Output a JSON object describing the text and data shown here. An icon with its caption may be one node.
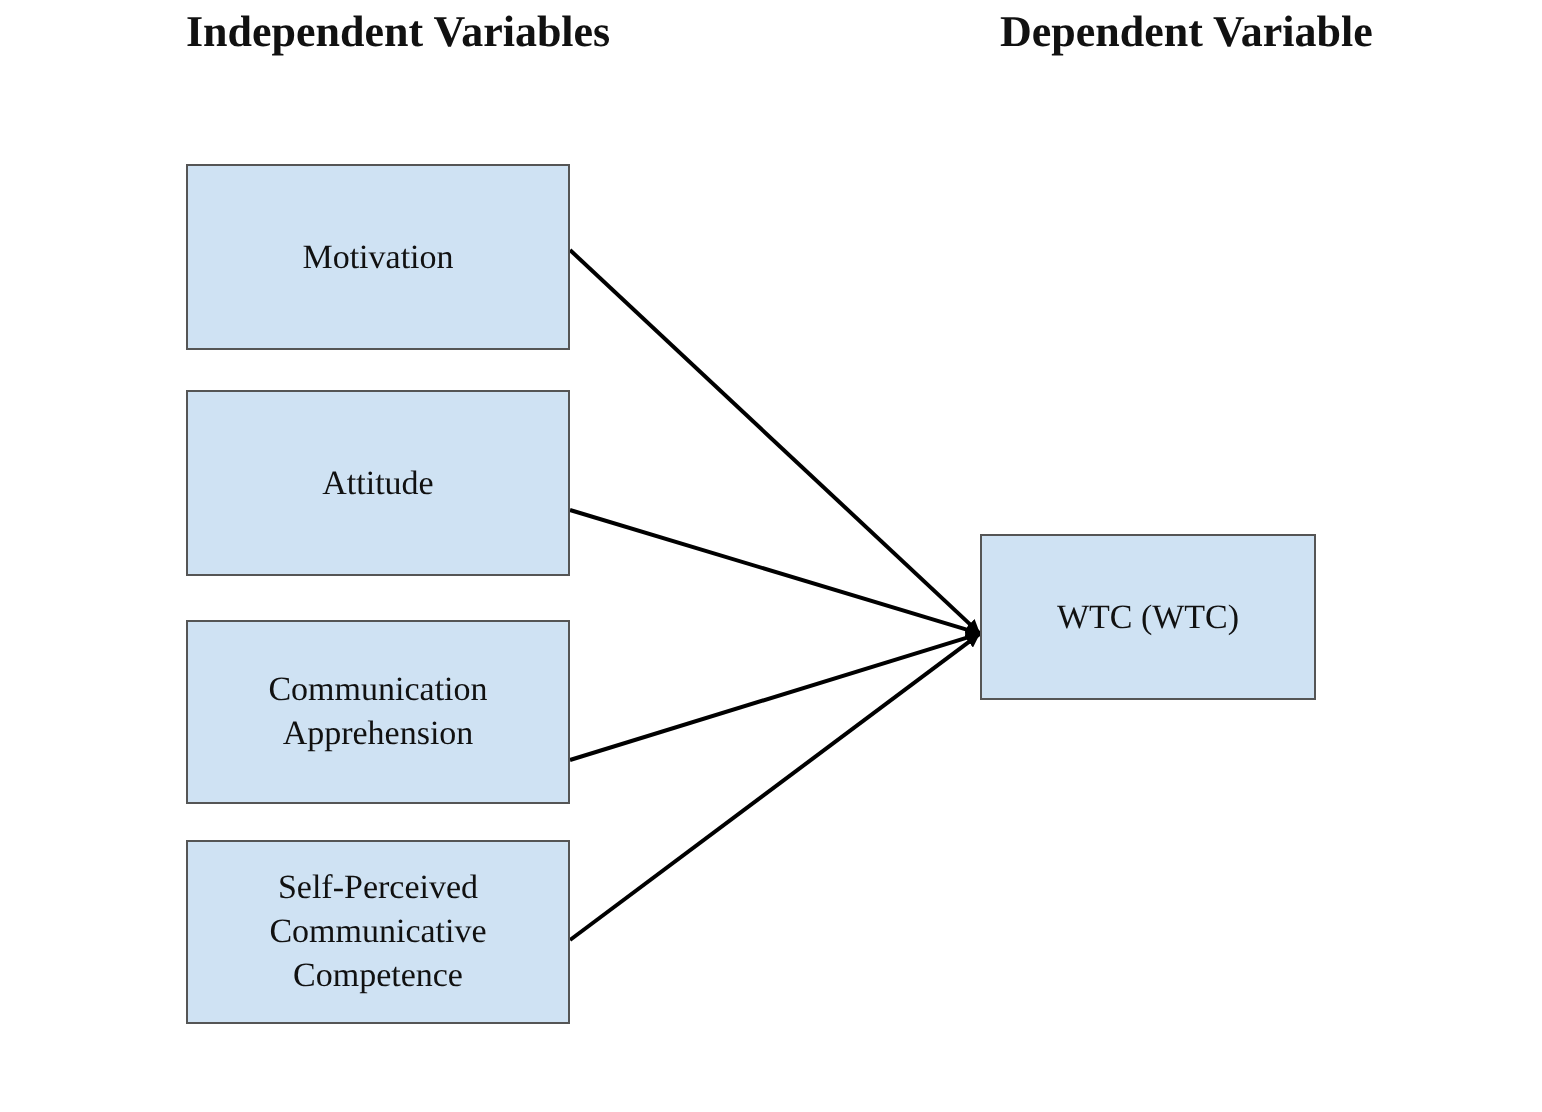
{
  "diagram": {
    "nodes": [
      {
        "text": [
          "Motivation"
        ]
      },
      {
        "text": [
          "Attitude"
        ]
      },
      {
        "text": [
          "Communication Apprehension"
        ]
      },
      {
        "text": [
          "Self-Perceived Communicative Competence"
        ]
      },
      {
        "text": [
          "WTC (WTC)"
        ]
      }
    ],
    "edges": [
      {
        "from": 0,
        "to": 4,
        "arrow": "to"
      },
      {
        "from": 1,
        "to": 4,
        "arrow": "to"
      },
      {
        "from": 2,
        "to": 4,
        "arrow": "to"
      },
      {
        "from": 3,
        "to": 4,
        "arrow": "to"
      }
    ],
    "labels": [
      "Independent Variables",
      "Dependent Variable"
    ]
  }
}
